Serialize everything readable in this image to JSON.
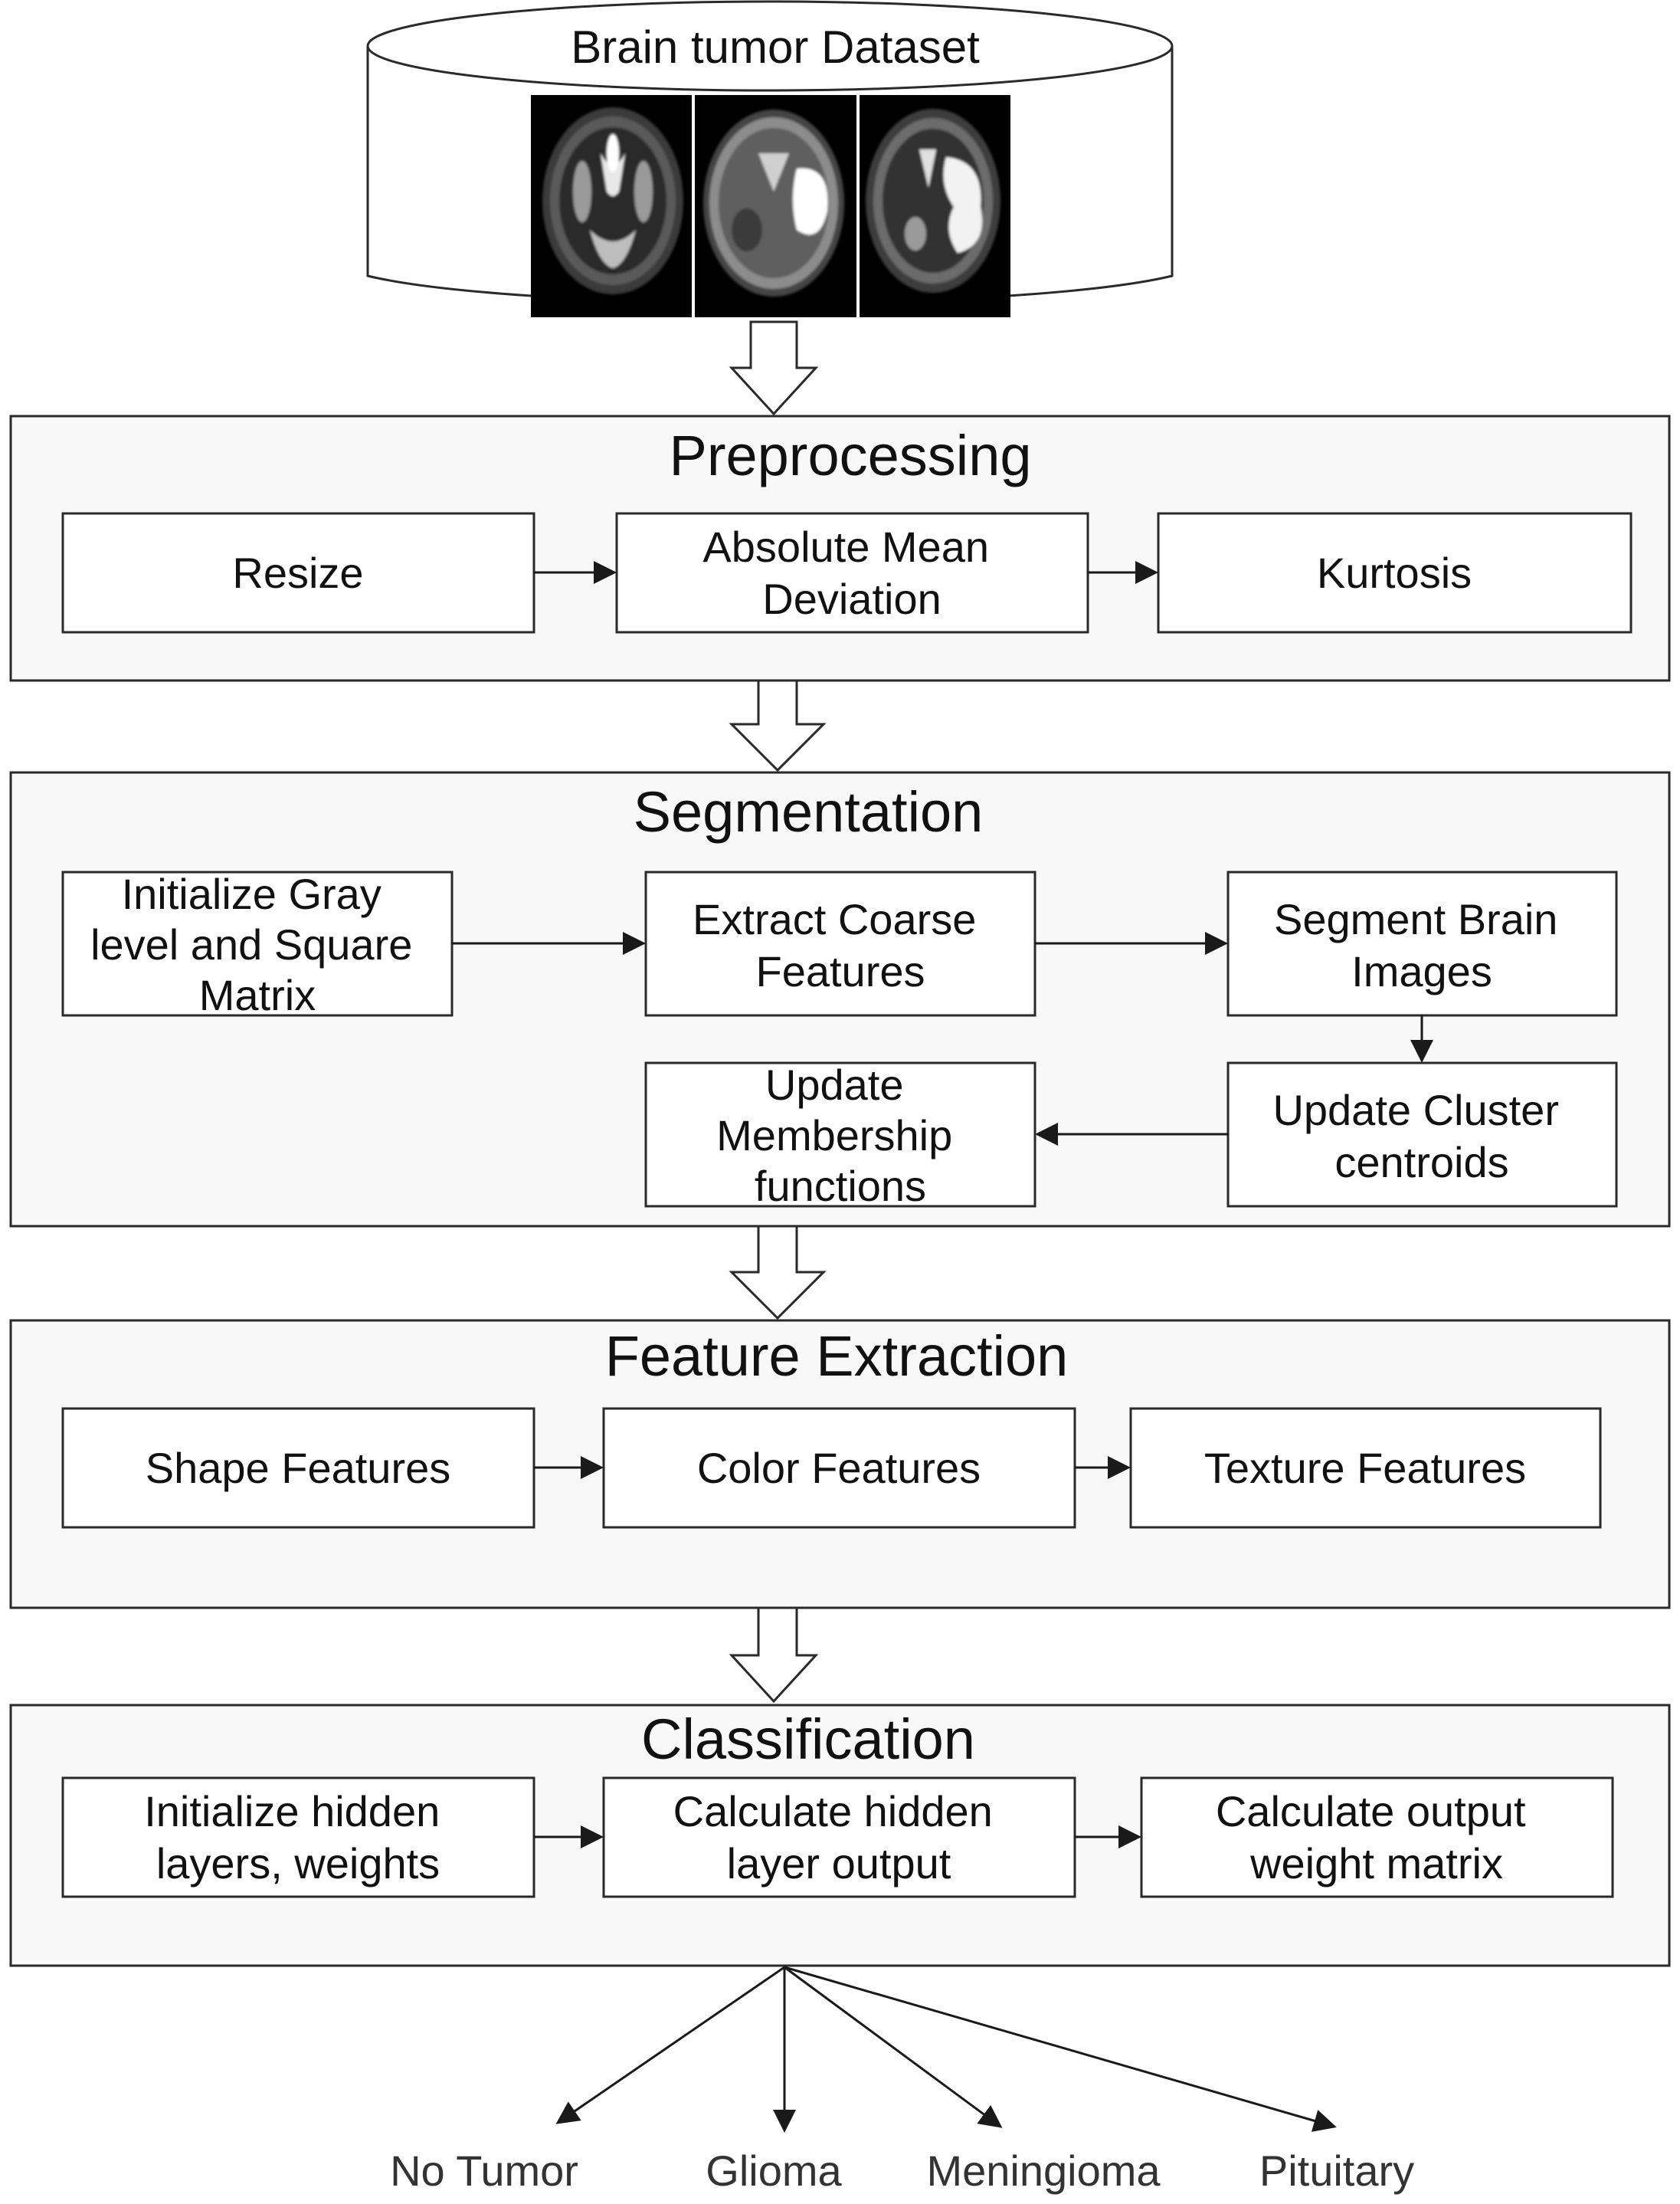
{
  "dataset": {
    "title": "Brain tumor Dataset"
  },
  "stages": [
    {
      "title": "Preprocessing",
      "steps": [
        {
          "lines": [
            "Resize"
          ]
        },
        {
          "lines": [
            "Absolute Mean",
            "Deviation"
          ]
        },
        {
          "lines": [
            "Kurtosis"
          ]
        }
      ]
    },
    {
      "title": "Segmentation",
      "steps": [
        {
          "lines": [
            "Initialize Gray",
            "level and Square",
            "Matrix"
          ]
        },
        {
          "lines": [
            "Extract Coarse",
            "Features"
          ]
        },
        {
          "lines": [
            "Segment Brain",
            "Images"
          ]
        },
        {
          "lines": [
            "Update Cluster",
            "centroids"
          ]
        },
        {
          "lines": [
            "Update",
            "Membership",
            "functions"
          ]
        }
      ]
    },
    {
      "title": "Feature Extraction",
      "steps": [
        {
          "lines": [
            "Shape Features"
          ]
        },
        {
          "lines": [
            "Color Features"
          ]
        },
        {
          "lines": [
            "Texture Features"
          ]
        }
      ]
    },
    {
      "title": "Classification",
      "steps": [
        {
          "lines": [
            "Initialize hidden",
            "layers, weights"
          ]
        },
        {
          "lines": [
            "Calculate hidden",
            "layer output"
          ]
        },
        {
          "lines": [
            "Calculate output",
            "weight matrix"
          ]
        }
      ]
    }
  ],
  "outputs": [
    "No Tumor",
    "Glioma",
    "Meningioma",
    "Pituitary"
  ]
}
